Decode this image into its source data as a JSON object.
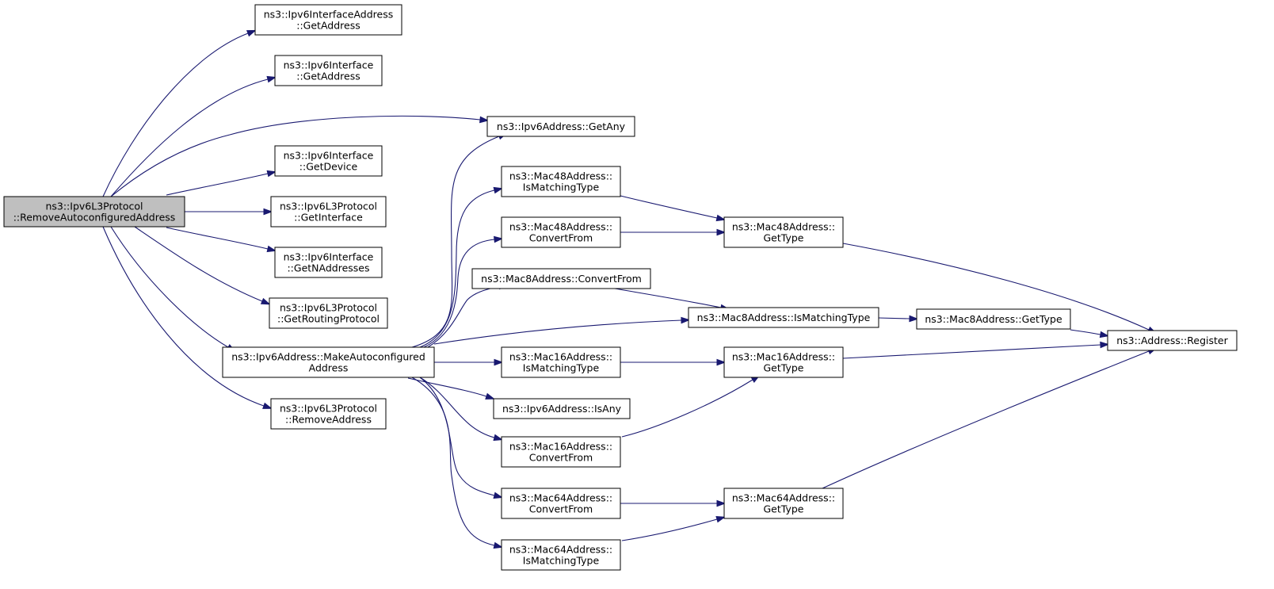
{
  "diagram": {
    "nodes": [
      {
        "id": "n0",
        "lines": [
          "ns3::Ipv6L3Protocol",
          "::RemoveAutoconfiguredAddress"
        ],
        "highlight": true
      },
      {
        "id": "n1",
        "lines": [
          "ns3::Ipv6InterfaceAddress",
          "::GetAddress"
        ]
      },
      {
        "id": "n2",
        "lines": [
          "ns3::Ipv6Interface",
          "::GetAddress"
        ]
      },
      {
        "id": "n3",
        "lines": [
          "ns3::Ipv6Address::GetAny"
        ]
      },
      {
        "id": "n4",
        "lines": [
          "ns3::Ipv6Interface",
          "::GetDevice"
        ]
      },
      {
        "id": "n5",
        "lines": [
          "ns3::Ipv6L3Protocol",
          "::GetInterface"
        ]
      },
      {
        "id": "n6",
        "lines": [
          "ns3::Ipv6Interface",
          "::GetNAddresses"
        ]
      },
      {
        "id": "n7",
        "lines": [
          "ns3::Ipv6L3Protocol",
          "::GetRoutingProtocol"
        ]
      },
      {
        "id": "n8",
        "lines": [
          "ns3::Ipv6Address::MakeAutoconfigured",
          "Address"
        ]
      },
      {
        "id": "n9",
        "lines": [
          "ns3::Ipv6L3Protocol",
          "::RemoveAddress"
        ]
      },
      {
        "id": "n10",
        "lines": [
          "ns3::Mac48Address::",
          "IsMatchingType"
        ]
      },
      {
        "id": "n11",
        "lines": [
          "ns3::Mac48Address::",
          "ConvertFrom"
        ]
      },
      {
        "id": "n12",
        "lines": [
          "ns3::Mac8Address::ConvertFrom"
        ]
      },
      {
        "id": "n13",
        "lines": [
          "ns3::Mac16Address::",
          "IsMatchingType"
        ]
      },
      {
        "id": "n14",
        "lines": [
          "ns3::Ipv6Address::IsAny"
        ]
      },
      {
        "id": "n15",
        "lines": [
          "ns3::Mac16Address::",
          "ConvertFrom"
        ]
      },
      {
        "id": "n16",
        "lines": [
          "ns3::Mac64Address::",
          "ConvertFrom"
        ]
      },
      {
        "id": "n17",
        "lines": [
          "ns3::Mac64Address::",
          "IsMatchingType"
        ]
      },
      {
        "id": "n18",
        "lines": [
          "ns3::Mac48Address::",
          "GetType"
        ]
      },
      {
        "id": "n19",
        "lines": [
          "ns3::Mac8Address::IsMatchingType"
        ]
      },
      {
        "id": "n20",
        "lines": [
          "ns3::Mac16Address::",
          "GetType"
        ]
      },
      {
        "id": "n21",
        "lines": [
          "ns3::Mac64Address::",
          "GetType"
        ]
      },
      {
        "id": "n22",
        "lines": [
          "ns3::Mac8Address::GetType"
        ]
      },
      {
        "id": "n23",
        "lines": [
          "ns3::Address::Register"
        ]
      }
    ],
    "edges": [
      [
        "n0",
        "n1"
      ],
      [
        "n0",
        "n2"
      ],
      [
        "n0",
        "n3"
      ],
      [
        "n0",
        "n4"
      ],
      [
        "n0",
        "n5"
      ],
      [
        "n0",
        "n6"
      ],
      [
        "n0",
        "n7"
      ],
      [
        "n0",
        "n8"
      ],
      [
        "n0",
        "n9"
      ],
      [
        "n8",
        "n3"
      ],
      [
        "n8",
        "n10"
      ],
      [
        "n8",
        "n11"
      ],
      [
        "n8",
        "n12"
      ],
      [
        "n8",
        "n19"
      ],
      [
        "n8",
        "n13"
      ],
      [
        "n8",
        "n14"
      ],
      [
        "n8",
        "n15"
      ],
      [
        "n8",
        "n16"
      ],
      [
        "n8",
        "n17"
      ],
      [
        "n10",
        "n18"
      ],
      [
        "n11",
        "n18"
      ],
      [
        "n12",
        "n19"
      ],
      [
        "n13",
        "n20"
      ],
      [
        "n15",
        "n20"
      ],
      [
        "n16",
        "n21"
      ],
      [
        "n17",
        "n21"
      ],
      [
        "n19",
        "n22"
      ],
      [
        "n18",
        "n23"
      ],
      [
        "n22",
        "n23"
      ],
      [
        "n20",
        "n23"
      ],
      [
        "n21",
        "n23"
      ]
    ],
    "colors": {
      "edge": "#191970",
      "root_fill": "#bfbfbf",
      "node_fill": "#ffffff",
      "border": "#000000"
    }
  }
}
